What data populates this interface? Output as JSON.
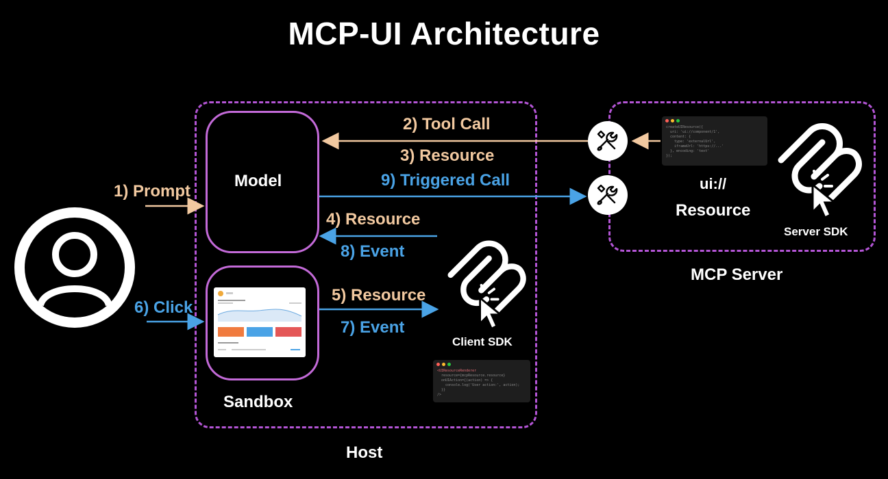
{
  "title": "MCP-UI Architecture",
  "containers": {
    "host": "Host",
    "mcp_server": "MCP Server",
    "sandbox": "Sandbox"
  },
  "nodes": {
    "model": "Model",
    "ui_scheme": "ui://",
    "resource": "Resource",
    "server_sdk": "Server SDK",
    "client_sdk": "Client SDK"
  },
  "edges": {
    "prompt": "1) Prompt",
    "tool_call": "2) Tool Call",
    "resource_3": "3) Resource",
    "resource_4": "4) Resource",
    "resource_5": "5) Resource",
    "click": "6) Click",
    "event_7": "7) Event",
    "event_8": "8) Event",
    "triggered_call": "9) Triggered Call"
  },
  "colors": {
    "background": "#000000",
    "dashed_border": "#b455d6",
    "box_border": "#c36ad8",
    "peach": "#f2c9a0",
    "blue": "#4aa3e6"
  },
  "icons": [
    "user-icon",
    "wrench-icon",
    "mcp-logo-icon",
    "cursor-click-icon"
  ]
}
